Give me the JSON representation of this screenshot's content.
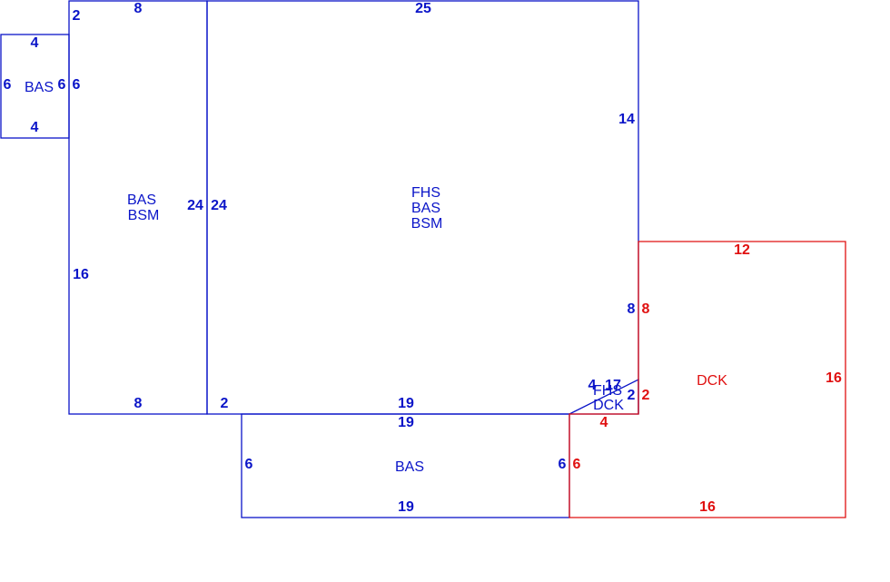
{
  "colors": {
    "primary": "#0a14c8",
    "deck": "#e01010"
  },
  "areas": {
    "small_bas": {
      "label": "BAS",
      "dims": {
        "top": "4",
        "bottom": "4",
        "left": "6",
        "right": "6"
      }
    },
    "left_section": {
      "lines": [
        "BAS",
        "BSM"
      ],
      "dims": {
        "top": "8",
        "left_top": "2",
        "left": "16",
        "right": "24",
        "bottom": "8",
        "step": "6"
      }
    },
    "main_section": {
      "lines": [
        "FHS",
        "BAS",
        "BSM"
      ],
      "dims": {
        "top": "25",
        "left": "24",
        "right_upper": "14",
        "right_lower": "8",
        "bottom_left": "2",
        "bottom": "19"
      }
    },
    "lower_bas": {
      "label": "BAS",
      "dims": {
        "top": "19",
        "bottom": "19",
        "left": "6",
        "right": "6"
      }
    },
    "corner_piece": {
      "lines": [
        "FHS",
        "DCK"
      ],
      "dims": {
        "a": "4",
        "b": "17",
        "c": "2"
      }
    },
    "deck": {
      "label": "DCK",
      "dims": {
        "top": "12",
        "left_upper": "8",
        "left_mid": "2",
        "notch": "4",
        "left_lower": "6",
        "right": "16",
        "bottom": "16"
      }
    }
  }
}
